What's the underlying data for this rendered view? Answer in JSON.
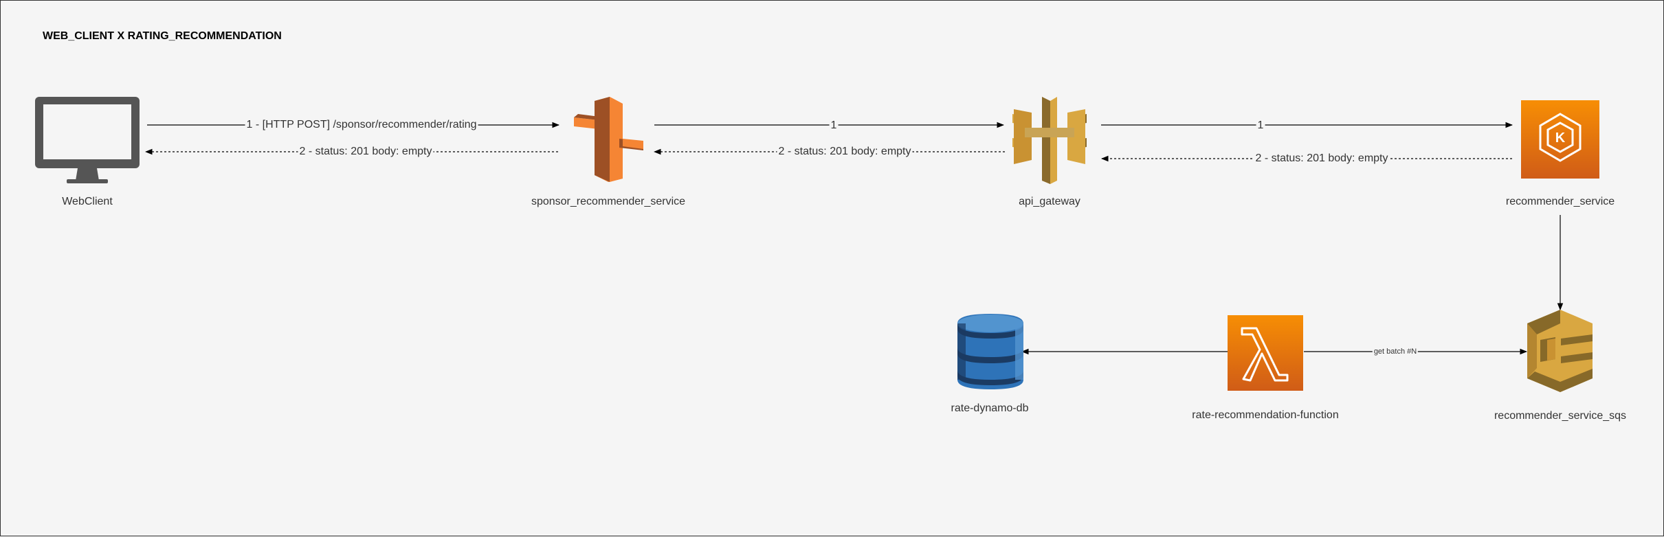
{
  "title": "WEB_CLIENT X RATING_RECOMMENDATION",
  "colors": {
    "background": "#f5f5f5",
    "edge": "#000000",
    "monitor": "#555555",
    "gateway_orange": "#f58534",
    "gateway_orange_dark": "#9d5025",
    "api_gold": "#d9a741",
    "api_gold_dark": "#8a6a2c",
    "container_orange_top": "#f78e04",
    "container_orange_bottom": "#d05c17",
    "dynamo_blue": "#2e73b8",
    "dynamo_dark": "#1b3b63",
    "sqs_gold": "#d9a741",
    "sqs_dark": "#876929"
  },
  "nodes": {
    "web_client": {
      "label": "WebClient",
      "icon": "desktop-monitor-icon"
    },
    "sponsor_recommender_service": {
      "label": "sponsor_recommender_service",
      "icon": "api-gateway-endpoint-icon"
    },
    "api_gateway": {
      "label": "api_gateway",
      "icon": "api-gateway-icon"
    },
    "recommender_service": {
      "label": "recommender_service",
      "icon": "kubernetes-eks-icon"
    },
    "recommender_service_sqs": {
      "label": "recommender_service_sqs",
      "icon": "sqs-queue-icon"
    },
    "rate_recommendation_function": {
      "label": "rate-recommendation-function",
      "icon": "lambda-icon"
    },
    "rate_dynamo_db": {
      "label": "rate-dynamo-db",
      "icon": "dynamodb-icon"
    }
  },
  "edges": {
    "web_to_sponsor": "1 - [HTTP POST] /sponsor/recommender/rating",
    "sponsor_to_web": "2 - status: 201 body: empty",
    "sponsor_to_api": "1",
    "api_to_sponsor": "2 - status: 201 body: empty",
    "api_to_recommender": "1",
    "recommender_to_api": "2 - status: 201 body: empty",
    "lambda_sqs": "get batch #N"
  }
}
